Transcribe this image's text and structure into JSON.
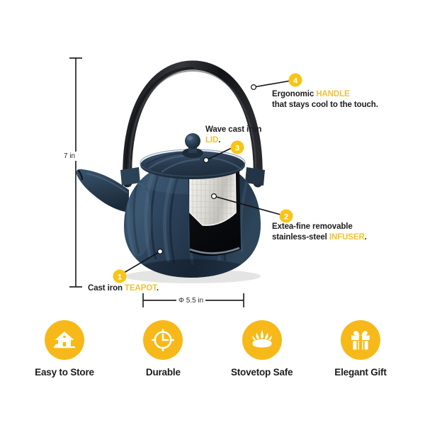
{
  "product": {
    "name": "Cast iron teapot with infuser",
    "body_color": "#28394b",
    "handle_color": "#1b1b1d",
    "infuser_color": "#d9d9d4",
    "accent_color": "#f7b919",
    "highlight_text_color": "#f2c230"
  },
  "callouts": [
    {
      "number": "1",
      "line1_prefix": "Cast iron ",
      "line1_highlight": "TEAPOT",
      "line1_suffix": ".",
      "line2_prefix": "",
      "line2_highlight": "",
      "line2_suffix": ""
    },
    {
      "number": "2",
      "line1_prefix": "Extea-fine removable",
      "line1_highlight": "",
      "line1_suffix": "",
      "line2_prefix": "stainless-steel ",
      "line2_highlight": "INFUSER",
      "line2_suffix": "."
    },
    {
      "number": "3",
      "line1_prefix": "Wave cast iron",
      "line1_highlight": "",
      "line1_suffix": "",
      "line2_prefix": "",
      "line2_highlight": "LID",
      "line2_suffix": "."
    },
    {
      "number": "4",
      "line1_prefix": "Ergonomic ",
      "line1_highlight": "HANDLE",
      "line1_suffix": "",
      "line2_prefix": "that stays cool to the touch.",
      "line2_highlight": "",
      "line2_suffix": ""
    }
  ],
  "dimensions": {
    "height_label": "7 in",
    "width_label": "Φ 5.5 in"
  },
  "features": [
    {
      "label": "Easy to Store",
      "icon": "house-icon"
    },
    {
      "label": "Durable",
      "icon": "clock-icon"
    },
    {
      "label": "Stovetop Safe",
      "icon": "stovetop-flame-icon"
    },
    {
      "label": "Elegant Gift",
      "icon": "gift-box-icon"
    }
  ]
}
